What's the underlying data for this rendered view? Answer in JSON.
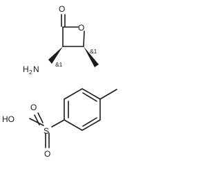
{
  "molecule_1": {
    "atoms": {
      "carbonyl_oxygen": "O",
      "ring_oxygen": "O",
      "amine_n": "N",
      "amine_h": "H",
      "amine_h_count": "2"
    },
    "stereo_labels": {
      "c3": "&1",
      "c4": "&1"
    }
  },
  "molecule_2": {
    "atoms": {
      "hydroxyl": "HO",
      "sulfur": "S",
      "sulfonyl_oxygen_top": "O",
      "sulfonyl_oxygen_bottom": "O"
    }
  }
}
